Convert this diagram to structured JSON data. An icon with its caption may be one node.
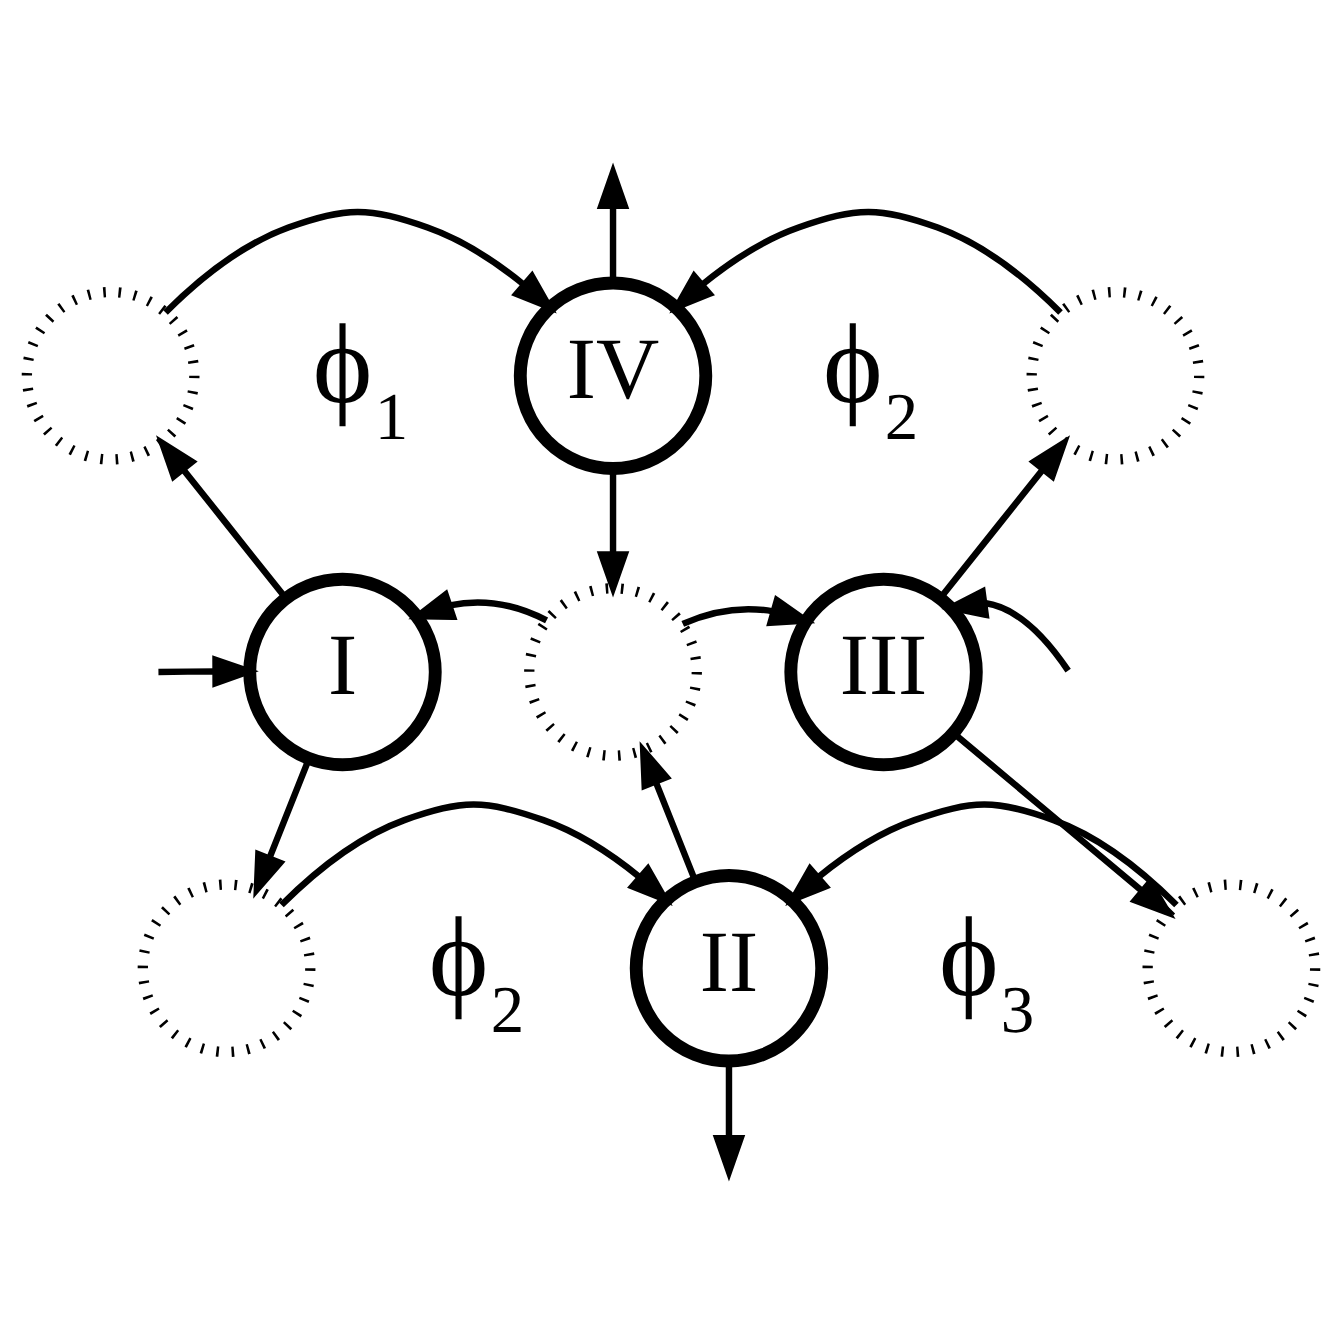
{
  "diagram": {
    "nodes": [
      {
        "text": [],
        "shape": "circle"
      },
      {
        "text": [
          "IV"
        ]
      },
      {
        "text": [],
        "shape": "circle"
      },
      {
        "text": [
          "I"
        ]
      },
      {
        "text": [],
        "shape": "circle"
      },
      {
        "text": [
          "III"
        ]
      },
      {
        "text": [],
        "shape": "circle"
      },
      {
        "text": [
          "II"
        ]
      },
      {
        "text": [],
        "shape": "circle"
      }
    ],
    "edges": [
      {
        "from": 3,
        "to": 0,
        "arrow": "to"
      },
      {
        "from": 0,
        "to": 1,
        "arrow": "to"
      },
      {
        "from": 5,
        "to": 2,
        "arrow": "to"
      },
      {
        "from": 2,
        "to": 1,
        "arrow": "to"
      },
      {
        "from": 1,
        "to": 4,
        "arrow": "to"
      },
      {
        "from": 4,
        "to": 3,
        "arrow": "to"
      },
      {
        "from": 7,
        "to": 4,
        "arrow": "to"
      },
      {
        "from": 4,
        "to": 5,
        "arrow": "to"
      },
      {
        "from": 3,
        "to": 6,
        "arrow": "to"
      },
      {
        "from": 6,
        "to": 7,
        "arrow": "to"
      },
      {
        "from": 5,
        "to": 8,
        "arrow": "to"
      },
      {
        "from": 8,
        "to": 7,
        "arrow": "to"
      },
      {
        "from": null,
        "to": 3,
        "arrow": "to"
      },
      {
        "from": null,
        "to": 5,
        "arrow": "to"
      },
      {
        "from": 1,
        "to": null,
        "arrow": "to"
      },
      {
        "from": 7,
        "to": null,
        "arrow": "to"
      }
    ],
    "labels": [
      "ϕ$_{1}$",
      "ϕ$_{2}$",
      "ϕ$_{2}$",
      "ϕ$_{3}$"
    ]
  }
}
